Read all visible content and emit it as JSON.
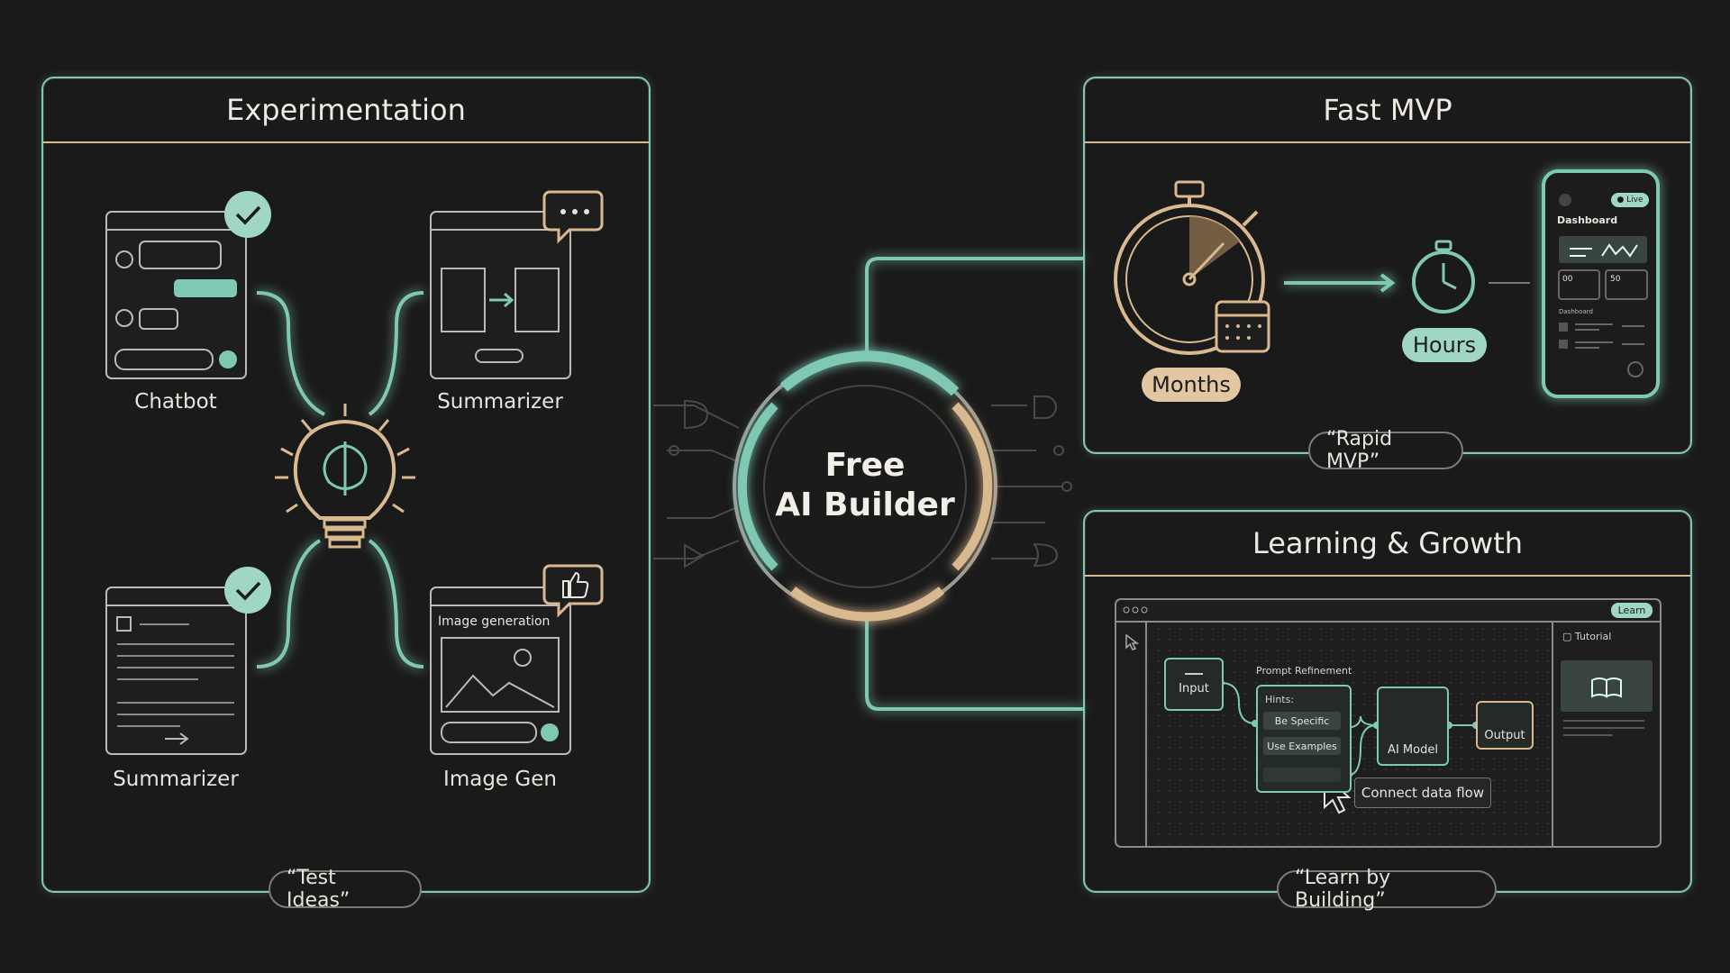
{
  "center": {
    "line1": "Free",
    "line2": "AI Builder"
  },
  "experimentation": {
    "title": "Experimentation",
    "caption": "“Test Ideas”",
    "items": {
      "chatbot": "Chatbot",
      "summarizer_top": "Summarizer",
      "summarizer_bottom": "Summarizer",
      "image_gen": "Image Gen"
    },
    "image_card_heading": "Image generation"
  },
  "fast_mvp": {
    "title": "Fast MVP",
    "caption": "“Rapid MVP”",
    "before_label": "Months",
    "after_label": "Hours",
    "phone": {
      "status": "● Live",
      "header": "Dashboard",
      "stat1": "00",
      "stat2": "50",
      "section": "Dashboard"
    }
  },
  "learning": {
    "title": "Learning & Growth",
    "caption": "“Learn by Building”",
    "learn_badge": "Learn",
    "tutorial_label": "Tutorial",
    "group_label": "Prompt Refinement",
    "hints_label": "Hints:",
    "hint1": "Be Specific",
    "hint2": "Use Examples",
    "input_label": "Input",
    "model_label": "AI Model",
    "output_label": "Output",
    "tooltip": "Connect data flow"
  },
  "colors": {
    "teal": "#7fc8b4",
    "tan": "#d9b98f",
    "background": "#1a1a1a"
  }
}
